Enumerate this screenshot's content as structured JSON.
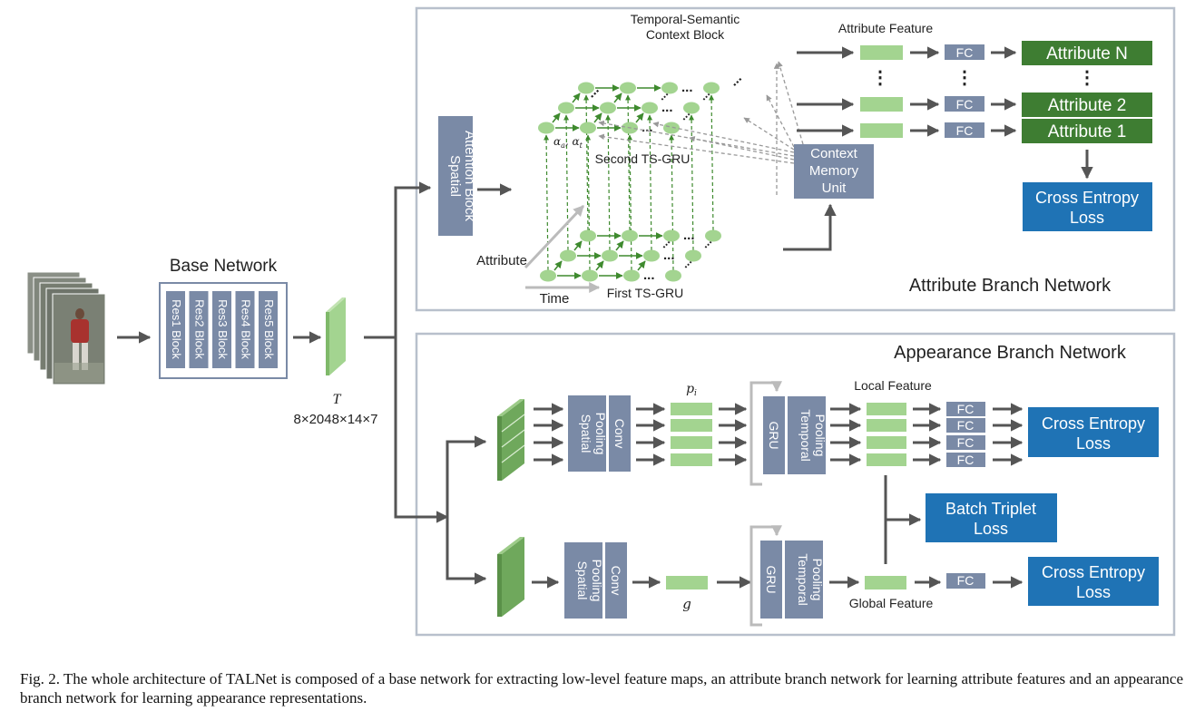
{
  "colors": {
    "slate": "#7a8aa6",
    "green_dark": "#3e7d32",
    "green_light": "#a3d490",
    "blue": "#1f73b5",
    "arrow": "#555555",
    "panel_border": "#b8c0cc"
  },
  "base": {
    "title": "Base Network",
    "blocks": [
      "Res1 Block",
      "Res2 Block",
      "Res3 Block",
      "Res4 Block",
      "Res5 Block"
    ],
    "tensor_symbol": "T",
    "tensor_shape": "8×2048×14×7"
  },
  "attr": {
    "panel_title": "Attribute Branch Network",
    "spatial_attention": [
      "Spatial",
      "Attention Block"
    ],
    "ts_block": [
      "Temporal-Semantic",
      "Context Block"
    ],
    "second_gru": "Second TS-GRU",
    "first_gru": "First TS-GRU",
    "axis_attribute": "Attribute",
    "axis_time": "Time",
    "alpha": "αa, αt",
    "ellipsis": "...",
    "vdots": "⋮",
    "memory": [
      "Context",
      "Memory",
      "Unit"
    ],
    "feature_label": "Attribute Feature",
    "fc": "FC",
    "outputs": [
      "Attribute N",
      "Attribute 2",
      "Attribute 1"
    ],
    "loss": [
      "Cross Entropy",
      "Loss"
    ]
  },
  "app": {
    "panel_title": "Appearance Branch Network",
    "spatial_pooling": [
      "Spatial",
      "Pooling"
    ],
    "conv": "Conv",
    "gru": "GRU",
    "temporal_pooling": [
      "Temporal",
      "Pooling"
    ],
    "p_label": "pi",
    "g_label": "g",
    "local_feature": "Local Feature",
    "global_feature": "Global Feature",
    "fc": "FC",
    "ce_loss": [
      "Cross Entropy",
      "Loss"
    ],
    "triplet_loss": [
      "Batch Triplet",
      "Loss"
    ]
  },
  "caption": "Fig. 2.  The whole architecture of TALNet is composed of a base network for extracting low-level feature maps, an attribute branch network for learning attribute features and an appearance branch network for learning appearance representations."
}
